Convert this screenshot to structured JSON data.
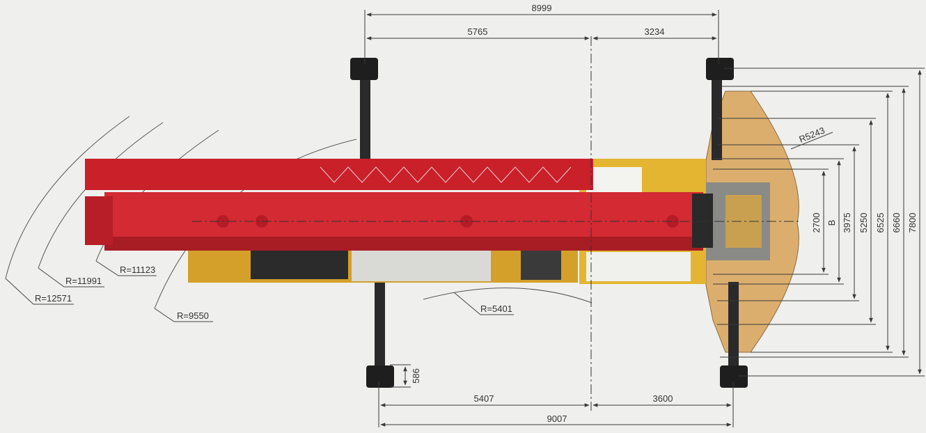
{
  "dimensions": {
    "top_overall": "8999",
    "top_left": "5765",
    "top_right": "3234",
    "bottom_left": "5407",
    "bottom_right": "3600",
    "bottom_overall": "9007",
    "outrigger_pad": "586",
    "v_2700": "2700",
    "v_b": "B",
    "v_3975": "3975",
    "v_5250": "5250",
    "v_6525": "6525",
    "v_6660": "6660",
    "v_7800": "7800"
  },
  "radii": {
    "r12571": "R=12571",
    "r11991": "R=11991",
    "r11123": "R=11123",
    "r9550": "R=9550",
    "r5401": "R=5401",
    "r5243": "R5243"
  },
  "colors": {
    "background": "#efefed",
    "boom_red": "#c9202a",
    "boom_dark_red": "#9d1a22",
    "chassis_yellow": "#e0a92a",
    "counterweight": "#dcae6e",
    "outrigger": "#2a2a2a",
    "dimension_line": "#3a3a3a"
  }
}
